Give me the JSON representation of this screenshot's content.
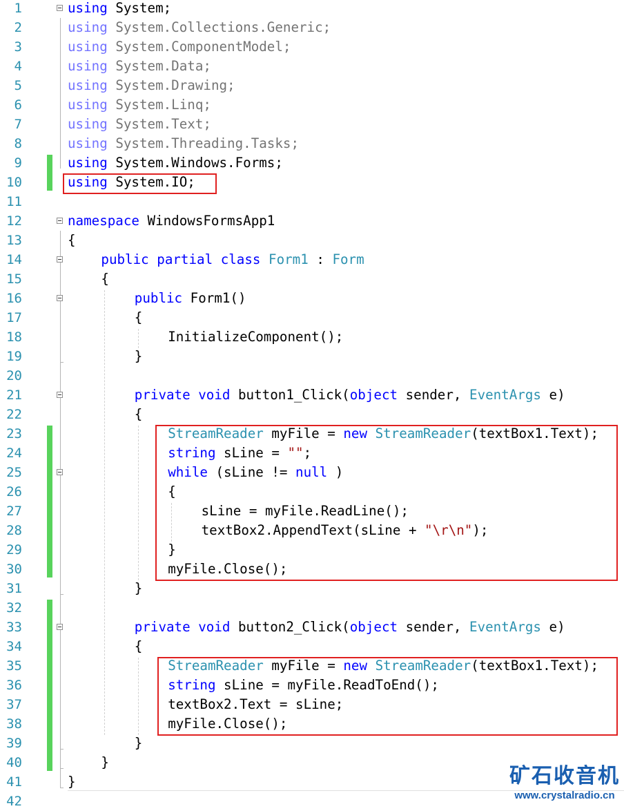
{
  "editor": {
    "lines": [
      {
        "n": "1",
        "indent": 0,
        "dim": false,
        "tokens": [
          [
            "using",
            "kw"
          ],
          [
            " System;",
            ""
          ]
        ]
      },
      {
        "n": "2",
        "indent": 0,
        "dim": true,
        "tokens": [
          [
            "using",
            "kw"
          ],
          [
            " System.Collections.Generic;",
            ""
          ]
        ]
      },
      {
        "n": "3",
        "indent": 0,
        "dim": true,
        "tokens": [
          [
            "using",
            "kw"
          ],
          [
            " System.ComponentModel;",
            ""
          ]
        ]
      },
      {
        "n": "4",
        "indent": 0,
        "dim": true,
        "tokens": [
          [
            "using",
            "kw"
          ],
          [
            " System.Data;",
            ""
          ]
        ]
      },
      {
        "n": "5",
        "indent": 0,
        "dim": true,
        "tokens": [
          [
            "using",
            "kw"
          ],
          [
            " System.Drawing;",
            ""
          ]
        ]
      },
      {
        "n": "6",
        "indent": 0,
        "dim": true,
        "tokens": [
          [
            "using",
            "kw"
          ],
          [
            " System.Linq;",
            ""
          ]
        ]
      },
      {
        "n": "7",
        "indent": 0,
        "dim": true,
        "tokens": [
          [
            "using",
            "kw"
          ],
          [
            " System.Text;",
            ""
          ]
        ]
      },
      {
        "n": "8",
        "indent": 0,
        "dim": true,
        "tokens": [
          [
            "using",
            "kw"
          ],
          [
            " System.Threading.Tasks;",
            ""
          ]
        ]
      },
      {
        "n": "9",
        "indent": 0,
        "dim": false,
        "tokens": [
          [
            "using",
            "kw"
          ],
          [
            " System.Windows.Forms;",
            ""
          ]
        ]
      },
      {
        "n": "10",
        "indent": 0,
        "dim": false,
        "tokens": [
          [
            "using",
            "kw"
          ],
          [
            " System.IO;",
            ""
          ]
        ]
      },
      {
        "n": "11",
        "indent": 0,
        "dim": false,
        "tokens": []
      },
      {
        "n": "12",
        "indent": 0,
        "dim": false,
        "tokens": [
          [
            "namespace",
            "kw"
          ],
          [
            " WindowsFormsApp1",
            ""
          ]
        ]
      },
      {
        "n": "13",
        "indent": 0,
        "dim": false,
        "tokens": [
          [
            "{",
            ""
          ]
        ]
      },
      {
        "n": "14",
        "indent": 4,
        "dim": false,
        "tokens": [
          [
            "public",
            "kw"
          ],
          [
            " ",
            ""
          ],
          [
            "partial",
            "kw"
          ],
          [
            " ",
            ""
          ],
          [
            "class",
            "kw"
          ],
          [
            " ",
            ""
          ],
          [
            "Form1",
            "type"
          ],
          [
            " : ",
            ""
          ],
          [
            "Form",
            "type"
          ]
        ]
      },
      {
        "n": "15",
        "indent": 4,
        "dim": false,
        "tokens": [
          [
            "{",
            ""
          ]
        ]
      },
      {
        "n": "16",
        "indent": 8,
        "dim": false,
        "tokens": [
          [
            "public",
            "kw"
          ],
          [
            " Form1()",
            ""
          ]
        ]
      },
      {
        "n": "17",
        "indent": 8,
        "dim": false,
        "tokens": [
          [
            "{",
            ""
          ]
        ]
      },
      {
        "n": "18",
        "indent": 12,
        "dim": false,
        "tokens": [
          [
            "InitializeComponent();",
            ""
          ]
        ]
      },
      {
        "n": "19",
        "indent": 8,
        "dim": false,
        "tokens": [
          [
            "}",
            ""
          ]
        ]
      },
      {
        "n": "20",
        "indent": 0,
        "dim": false,
        "tokens": []
      },
      {
        "n": "21",
        "indent": 8,
        "dim": false,
        "tokens": [
          [
            "private",
            "kw"
          ],
          [
            " ",
            ""
          ],
          [
            "void",
            "kw"
          ],
          [
            " button1_Click(",
            ""
          ],
          [
            "object",
            "kw"
          ],
          [
            " sender, ",
            ""
          ],
          [
            "EventArgs",
            "type"
          ],
          [
            " e)",
            ""
          ]
        ]
      },
      {
        "n": "22",
        "indent": 8,
        "dim": false,
        "tokens": [
          [
            "{",
            ""
          ]
        ]
      },
      {
        "n": "23",
        "indent": 12,
        "dim": false,
        "tokens": [
          [
            "StreamReader",
            "type"
          ],
          [
            " myFile = ",
            ""
          ],
          [
            "new",
            "kw"
          ],
          [
            " ",
            ""
          ],
          [
            "StreamReader",
            "type"
          ],
          [
            "(textBox1.Text);",
            ""
          ]
        ]
      },
      {
        "n": "24",
        "indent": 12,
        "dim": false,
        "tokens": [
          [
            "string",
            "kw"
          ],
          [
            " sLine = ",
            ""
          ],
          [
            "\"\"",
            "str"
          ],
          [
            ";",
            ""
          ]
        ]
      },
      {
        "n": "25",
        "indent": 12,
        "dim": false,
        "tokens": [
          [
            "while",
            "kw"
          ],
          [
            " (sLine != ",
            ""
          ],
          [
            "null",
            "kw"
          ],
          [
            " )",
            ""
          ]
        ]
      },
      {
        "n": "26",
        "indent": 12,
        "dim": false,
        "tokens": [
          [
            "{",
            ""
          ]
        ]
      },
      {
        "n": "27",
        "indent": 16,
        "dim": false,
        "tokens": [
          [
            "sLine = myFile.ReadLine();",
            ""
          ]
        ]
      },
      {
        "n": "28",
        "indent": 16,
        "dim": false,
        "tokens": [
          [
            "textBox2.AppendText(sLine + ",
            ""
          ],
          [
            "\"\\r\\n\"",
            "str"
          ],
          [
            ");",
            ""
          ]
        ]
      },
      {
        "n": "29",
        "indent": 12,
        "dim": false,
        "tokens": [
          [
            "}",
            ""
          ]
        ]
      },
      {
        "n": "30",
        "indent": 12,
        "dim": false,
        "tokens": [
          [
            "myFile.Close();",
            ""
          ]
        ]
      },
      {
        "n": "31",
        "indent": 8,
        "dim": false,
        "tokens": [
          [
            "}",
            ""
          ]
        ]
      },
      {
        "n": "32",
        "indent": 0,
        "dim": false,
        "tokens": []
      },
      {
        "n": "33",
        "indent": 8,
        "dim": false,
        "tokens": [
          [
            "private",
            "kw"
          ],
          [
            " ",
            ""
          ],
          [
            "void",
            "kw"
          ],
          [
            " button2_Click(",
            ""
          ],
          [
            "object",
            "kw"
          ],
          [
            " sender, ",
            ""
          ],
          [
            "EventArgs",
            "type"
          ],
          [
            " e)",
            ""
          ]
        ]
      },
      {
        "n": "34",
        "indent": 8,
        "dim": false,
        "tokens": [
          [
            "{",
            ""
          ]
        ]
      },
      {
        "n": "35",
        "indent": 12,
        "dim": false,
        "tokens": [
          [
            "StreamReader",
            "type"
          ],
          [
            " myFile = ",
            ""
          ],
          [
            "new",
            "kw"
          ],
          [
            " ",
            ""
          ],
          [
            "StreamReader",
            "type"
          ],
          [
            "(textBox1.Text);",
            ""
          ]
        ]
      },
      {
        "n": "36",
        "indent": 12,
        "dim": false,
        "tokens": [
          [
            "string",
            "kw"
          ],
          [
            " sLine = myFile.ReadToEnd();",
            ""
          ]
        ]
      },
      {
        "n": "37",
        "indent": 12,
        "dim": false,
        "tokens": [
          [
            "textBox2.Text = sLine;",
            ""
          ]
        ]
      },
      {
        "n": "38",
        "indent": 12,
        "dim": false,
        "tokens": [
          [
            "myFile.Close();",
            ""
          ]
        ]
      },
      {
        "n": "39",
        "indent": 8,
        "dim": false,
        "tokens": [
          [
            "}",
            ""
          ]
        ]
      },
      {
        "n": "40",
        "indent": 4,
        "dim": false,
        "tokens": [
          [
            "}",
            ""
          ]
        ]
      },
      {
        "n": "41",
        "indent": 0,
        "dim": false,
        "tokens": [
          [
            "}",
            ""
          ]
        ]
      },
      {
        "n": "42",
        "indent": 0,
        "dim": false,
        "tokens": []
      }
    ],
    "changed_line_ranges": [
      [
        9,
        10
      ],
      [
        23,
        30
      ],
      [
        32,
        40
      ]
    ],
    "fold_markers": [
      1,
      12,
      14,
      16,
      21,
      25,
      33
    ],
    "highlighted_line_ranges": [
      [
        10,
        10
      ],
      [
        23,
        30
      ],
      [
        35,
        38
      ]
    ]
  },
  "watermark": {
    "title": "矿石收音机",
    "url": "www.crystalradio.cn"
  },
  "colors": {
    "keyword": "#0000ff",
    "type": "#2b91af",
    "string": "#a31515",
    "line_number": "#2b91af",
    "changed_marker": "#58d35c",
    "highlight_box": "#e02020",
    "watermark": "#1a5fb0"
  }
}
